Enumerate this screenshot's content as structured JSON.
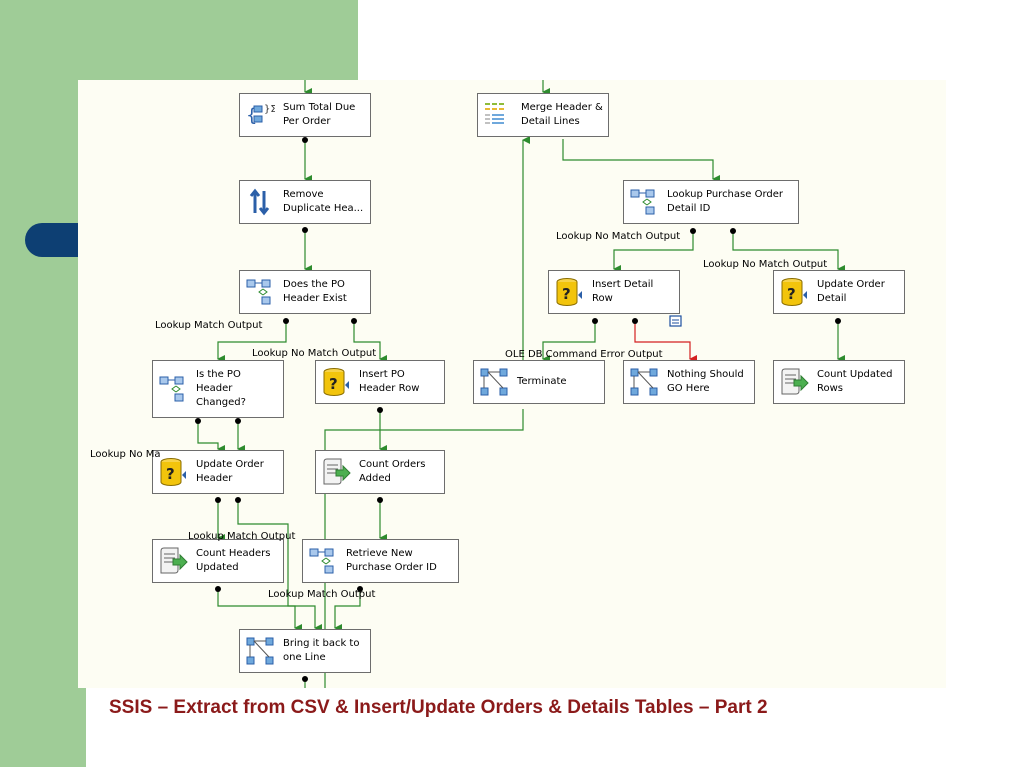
{
  "caption": "SSIS – Extract from CSV & Insert/Update Orders & Details Tables – Part 2",
  "colors": {
    "background_band": "#9fcc97",
    "tab": "#0d3f73",
    "canvas": "#fdfdf3",
    "success_path": "#2e8b2e",
    "error_path": "#d42020",
    "caption": "#8b1a1a"
  },
  "nodes": {
    "sum_total": {
      "label": "Sum Total Due\nPer Order",
      "icon": "aggregate-icon"
    },
    "merge_header": {
      "label": "Merge Header &\nDetail Lines",
      "icon": "merge-icon"
    },
    "remove_dup": {
      "label": "Remove\nDuplicate Hea...",
      "icon": "sort-icon"
    },
    "lookup_po_detail": {
      "label": "Lookup Purchase Order\nDetail ID",
      "icon": "lookup-icon"
    },
    "does_po_exist": {
      "label": "Does the PO\nHeader Exist",
      "icon": "lookup-icon"
    },
    "insert_detail": {
      "label": "Insert Detail\nRow",
      "icon": "ole-db-command-icon"
    },
    "update_order_detail": {
      "label": "Update Order\nDetail",
      "icon": "ole-db-command-icon"
    },
    "is_po_changed": {
      "label": "Is the PO\nHeader\nChanged?",
      "icon": "lookup-icon"
    },
    "insert_po_header": {
      "label": "Insert PO\nHeader Row",
      "icon": "ole-db-command-icon"
    },
    "terminate": {
      "label": "Terminate",
      "icon": "union-all-icon"
    },
    "nothing_should": {
      "label": "Nothing Should\nGO Here",
      "icon": "union-all-icon"
    },
    "count_updated_rows": {
      "label": "Count Updated\nRows",
      "icon": "row-count-icon"
    },
    "update_order_header": {
      "label": "Update Order\nHeader",
      "icon": "ole-db-command-icon"
    },
    "count_orders_added": {
      "label": "Count Orders\nAdded",
      "icon": "row-count-icon"
    },
    "count_headers_updated": {
      "label": "Count Headers\nUpdated",
      "icon": "row-count-icon"
    },
    "retrieve_new_po": {
      "label": "Retrieve New\nPurchase Order ID",
      "icon": "lookup-icon"
    },
    "bring_back": {
      "label": "Bring it back to\none Line",
      "icon": "union-all-icon"
    }
  },
  "path_labels": {
    "lookup_no_match_1": "Lookup No Match Output",
    "lookup_no_match_2": "Lookup No Match Output",
    "lookup_match_1": "Lookup Match Output",
    "lookup_no_match_3": "Lookup No Match Output",
    "ole_db_error": "OLE DB Command Error Output",
    "lookup_no_ma": "Lookup No Ma",
    "lookup_match_2": "Lookup Match Output",
    "lookup_match_3": "Lookup Match Output"
  }
}
